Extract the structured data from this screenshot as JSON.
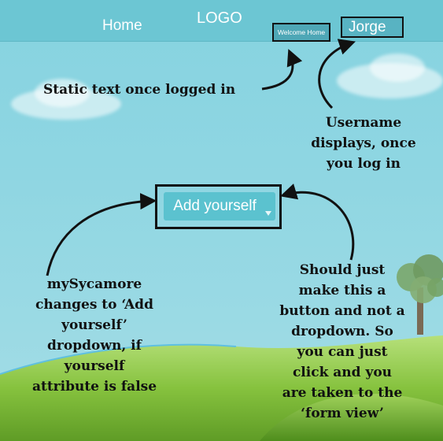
{
  "header": {
    "home_label": "Home",
    "logo_text": "LOGO",
    "welcome_text": "Welcome Home",
    "username": "Jorge"
  },
  "main": {
    "add_button_label": "Add yourself"
  },
  "annotations": {
    "static_text_note": "Static text once logged in",
    "username_note_lines": [
      "Username",
      "displays, once",
      "you log in"
    ],
    "sycamore_note_lines": [
      "mySycamore",
      "changes to ‘Add",
      "yourself’",
      "dropdown, if",
      "yourself",
      "attribute is false"
    ],
    "button_note_lines": [
      "Should just",
      "make this a",
      "button and not a",
      "dropdown. So",
      "you can just",
      "click and you",
      "are taken to the",
      "‘form view’"
    ]
  },
  "colors": {
    "sky": "#8fd6e2",
    "header_bar": "#6cc6d3",
    "button": "#5bc2cf",
    "hill_green": "#8cc84b"
  }
}
